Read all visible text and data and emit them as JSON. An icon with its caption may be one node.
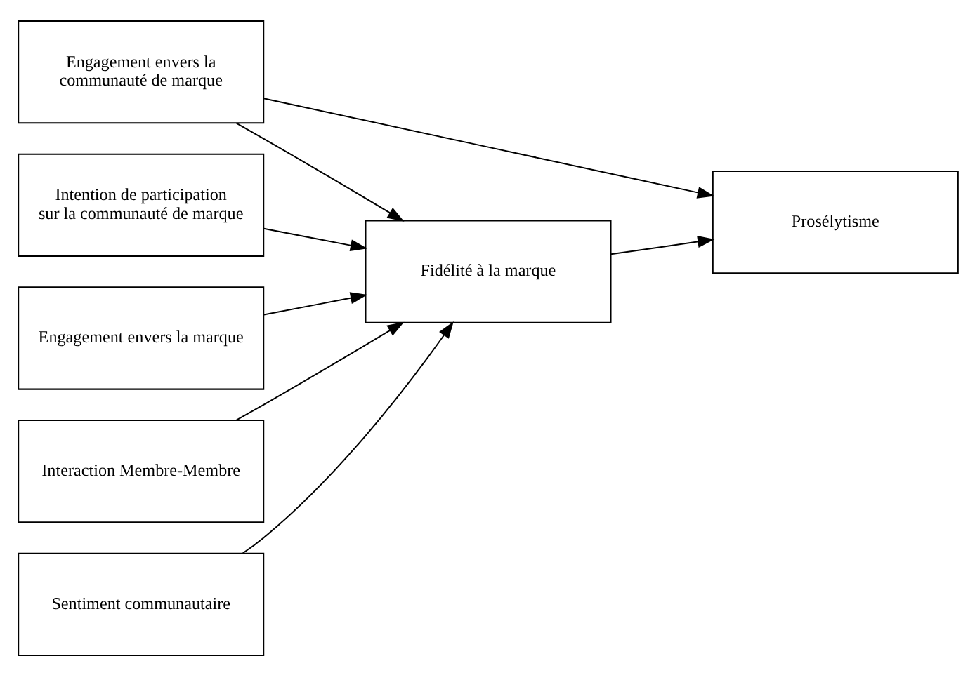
{
  "diagram": {
    "nodes": [
      {
        "text": [
          "Engagement envers la communauté de marque"
        ]
      },
      {
        "text": [
          "Intention de participation sur la communauté de marque"
        ]
      },
      {
        "text": [
          "Engagement envers la marque"
        ]
      },
      {
        "text": [
          "Interaction Membre-Membre"
        ]
      },
      {
        "text": [
          "Sentiment communautaire"
        ]
      },
      {
        "text": [
          "Fidélité à la marque"
        ]
      },
      {
        "text": [
          "Prosélytisme"
        ]
      }
    ],
    "edges": [
      {
        "from": 1,
        "to": 5,
        "arrow": "to"
      },
      {
        "from": 2,
        "to": 5,
        "arrow": "to"
      },
      {
        "from": 3,
        "to": 5,
        "arrow": "to"
      },
      {
        "from": 4,
        "to": 5,
        "arrow": "to"
      },
      {
        "from": 0,
        "to": 5,
        "arrow": "to"
      },
      {
        "from": 0,
        "to": 6,
        "arrow": "to"
      },
      {
        "from": 5,
        "to": 6,
        "arrow": "to"
      }
    ]
  }
}
